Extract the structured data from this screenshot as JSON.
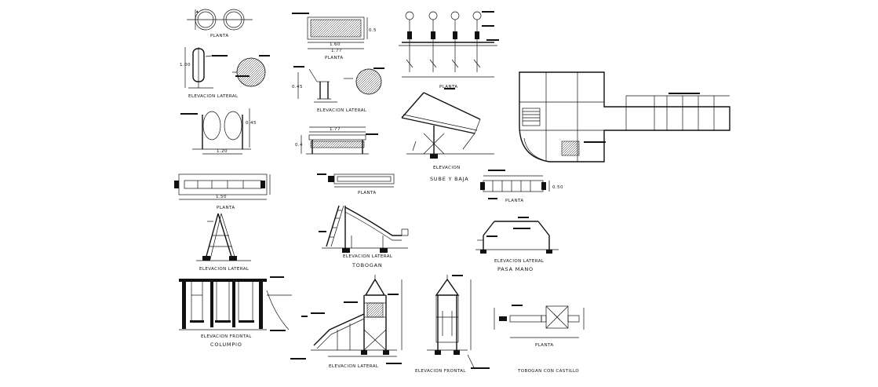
{
  "drawing": {
    "labels": {
      "planta": "PLANTA",
      "elevacion_lateral": "ELEVACION LATERAL",
      "elevacion": "ELEVACION",
      "elevacion_frontal": "ELEVACION FRONTAL",
      "sube_y_baja": "SUBE Y BAJA",
      "tobogan": "TOBOGAN",
      "pasa_mano": "PASA MANO",
      "columpio": "COLUMPIO",
      "tobogan_con_castillo": "TOBOGAN CON CASTILLO"
    }
  }
}
